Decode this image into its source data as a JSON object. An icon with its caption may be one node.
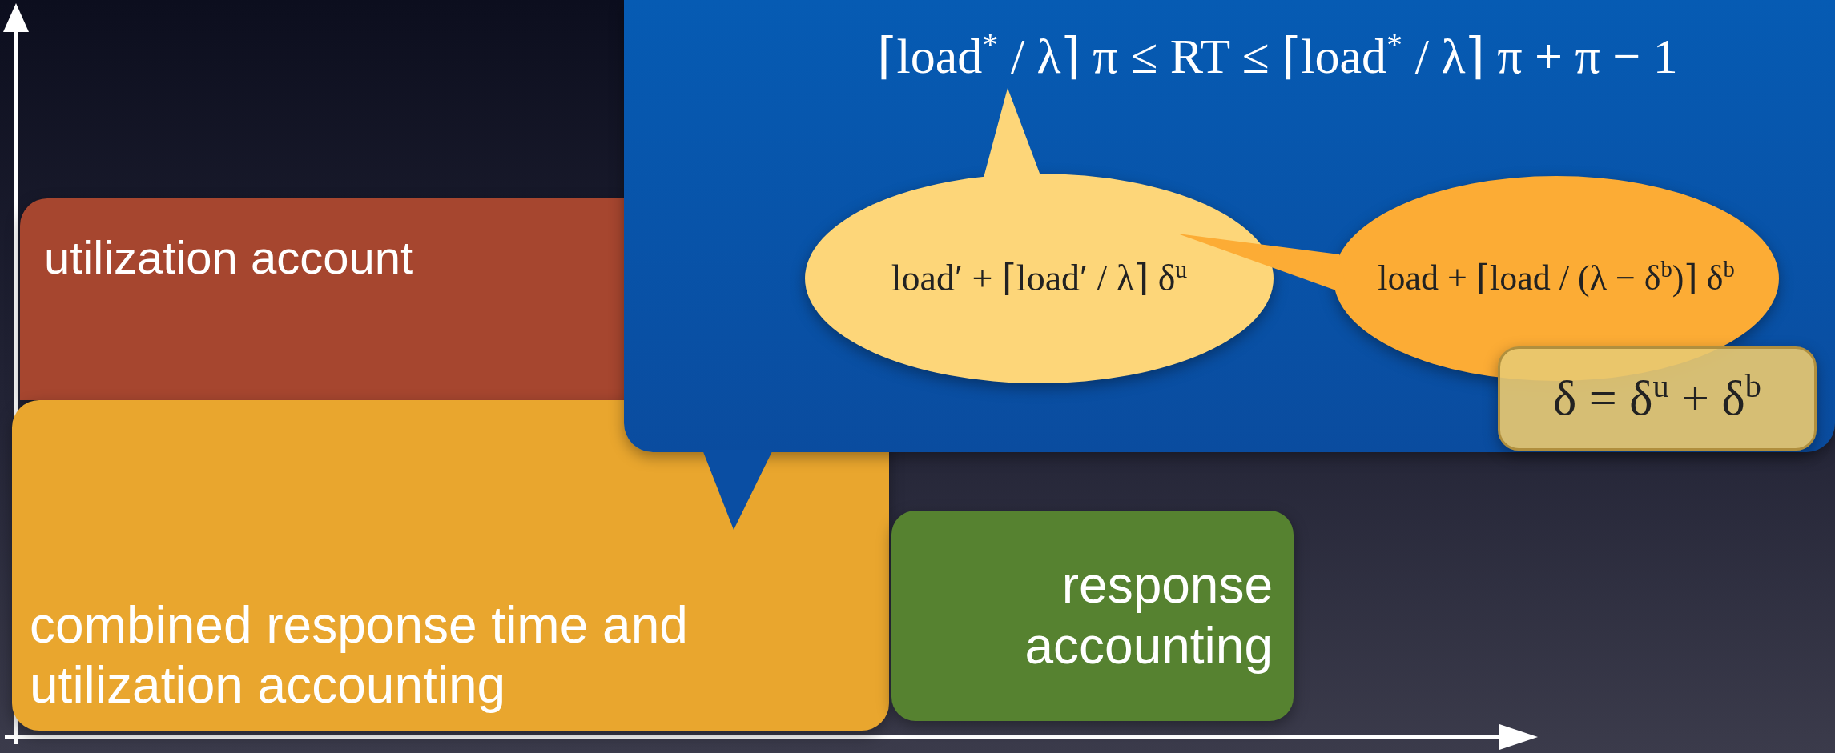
{
  "diagram": {
    "nodes": [
      {
        "text": [
          "⌈load$^{*}$ / λ⌉ π ≤ RT ≤ ⌈load$^{*}$ / λ⌉ π + π − 1"
        ]
      },
      {
        "text": [
          "load′ + ⌈load′ / λ⌉ δ$^{u}$"
        ],
        "in": 0
      },
      {
        "text": [
          "load + ⌈load / (λ − δ$^{b}$)⌉ δ$^{b}$"
        ],
        "in": 0
      },
      {
        "text": [
          "δ = δ$^{u}$ + δ$^{b}$"
        ],
        "in": 0
      },
      {
        "text": [
          "utilization account"
        ]
      },
      {
        "text": [
          "combined response time and utilization accounting"
        ]
      },
      {
        "text": [
          "response accounting"
        ]
      }
    ],
    "edges": [
      {
        "from": 0,
        "to": 5,
        "arrow": "none"
      },
      {
        "from": 1,
        "to": 0,
        "arrow": "none"
      },
      {
        "from": 2,
        "to": 1,
        "arrow": "none"
      }
    ]
  }
}
